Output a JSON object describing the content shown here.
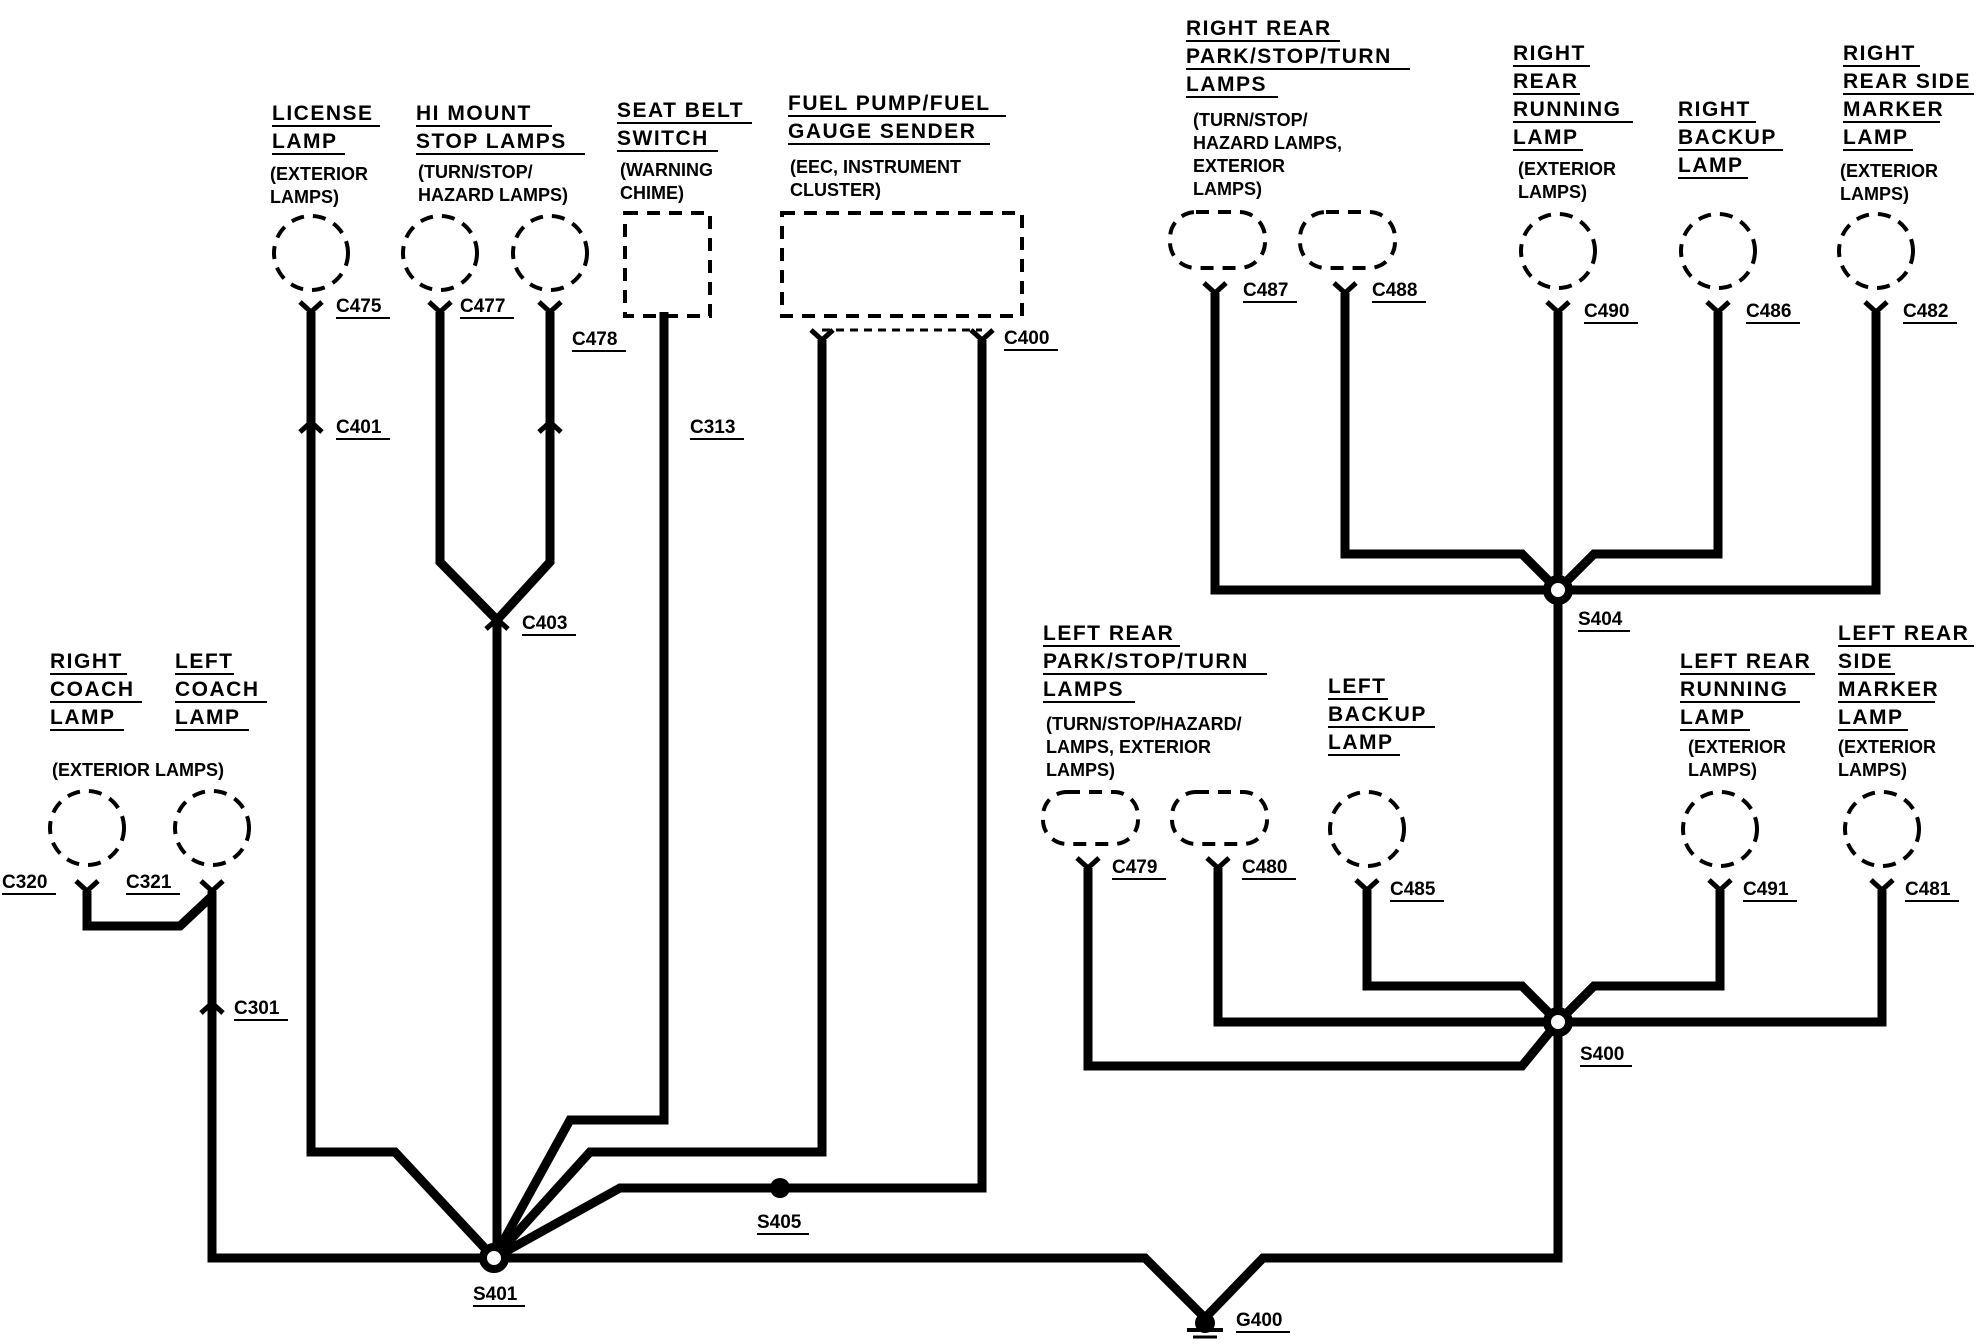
{
  "components": {
    "license_lamp": {
      "title": [
        "LICENSE",
        "LAMP"
      ],
      "note": [
        "(EXTERIOR",
        "LAMPS)"
      ]
    },
    "hi_mount_stop_lamps": {
      "title": [
        "HI MOUNT",
        "STOP LAMPS"
      ],
      "note": [
        "(TURN/STOP/",
        "HAZARD LAMPS)"
      ]
    },
    "seat_belt_switch": {
      "title": [
        "SEAT BELT",
        "SWITCH"
      ],
      "note": [
        "(WARNING",
        "CHIME)"
      ]
    },
    "fuel_pump_sender": {
      "title": [
        "FUEL PUMP/FUEL",
        "GAUGE SENDER"
      ],
      "note": [
        "(EEC, INSTRUMENT",
        "CLUSTER)"
      ]
    },
    "right_rear_pst": {
      "title": [
        "RIGHT REAR",
        "PARK/STOP/TURN",
        "LAMPS"
      ],
      "note": [
        "(TURN/STOP/",
        "HAZARD LAMPS,",
        "EXTERIOR",
        "LAMPS)"
      ]
    },
    "right_rear_running": {
      "title": [
        "RIGHT",
        "REAR",
        "RUNNING",
        "LAMP"
      ],
      "note": [
        "(EXTERIOR",
        "LAMPS)"
      ]
    },
    "right_backup": {
      "title": [
        "RIGHT",
        "BACKUP",
        "LAMP"
      ]
    },
    "right_rear_side_marker": {
      "title": [
        "RIGHT",
        "REAR SIDE",
        "MARKER",
        "LAMP"
      ],
      "note": [
        "(EXTERIOR",
        "LAMPS)"
      ]
    },
    "right_coach": {
      "title": [
        "RIGHT",
        "COACH",
        "LAMP"
      ]
    },
    "left_coach": {
      "title": [
        "LEFT",
        "COACH",
        "LAMP"
      ]
    },
    "coach_note": "(EXTERIOR LAMPS)",
    "left_rear_pst": {
      "title": [
        "LEFT REAR",
        "PARK/STOP/TURN",
        "LAMPS"
      ],
      "note": [
        "(TURN/STOP/HAZARD/",
        "LAMPS, EXTERIOR",
        "LAMPS)"
      ]
    },
    "left_backup": {
      "title": [
        "LEFT",
        "BACKUP",
        "LAMP"
      ]
    },
    "left_rear_running": {
      "title": [
        "LEFT REAR",
        "RUNNING",
        "LAMP"
      ],
      "note": [
        "(EXTERIOR",
        "LAMPS)"
      ]
    },
    "left_rear_side_marker": {
      "title": [
        "LEFT REAR",
        "SIDE",
        "MARKER",
        "LAMP"
      ],
      "note": [
        "(EXTERIOR",
        "LAMPS)"
      ]
    }
  },
  "connectors": {
    "c475": "C475",
    "c477": "C477",
    "c478": "C478",
    "c400": "C400",
    "c401": "C401",
    "c313": "C313",
    "c403": "C403",
    "c487": "C487",
    "c488": "C488",
    "c490": "C490",
    "c486": "C486",
    "c482": "C482",
    "c320": "C320",
    "c321": "C321",
    "c301": "C301",
    "c479": "C479",
    "c480": "C480",
    "c485": "C485",
    "c491": "C491",
    "c481": "C481"
  },
  "splices": {
    "s401": "S401",
    "s405": "S405",
    "s404": "S404",
    "s400": "S400"
  },
  "ground": {
    "g400": "G400"
  }
}
